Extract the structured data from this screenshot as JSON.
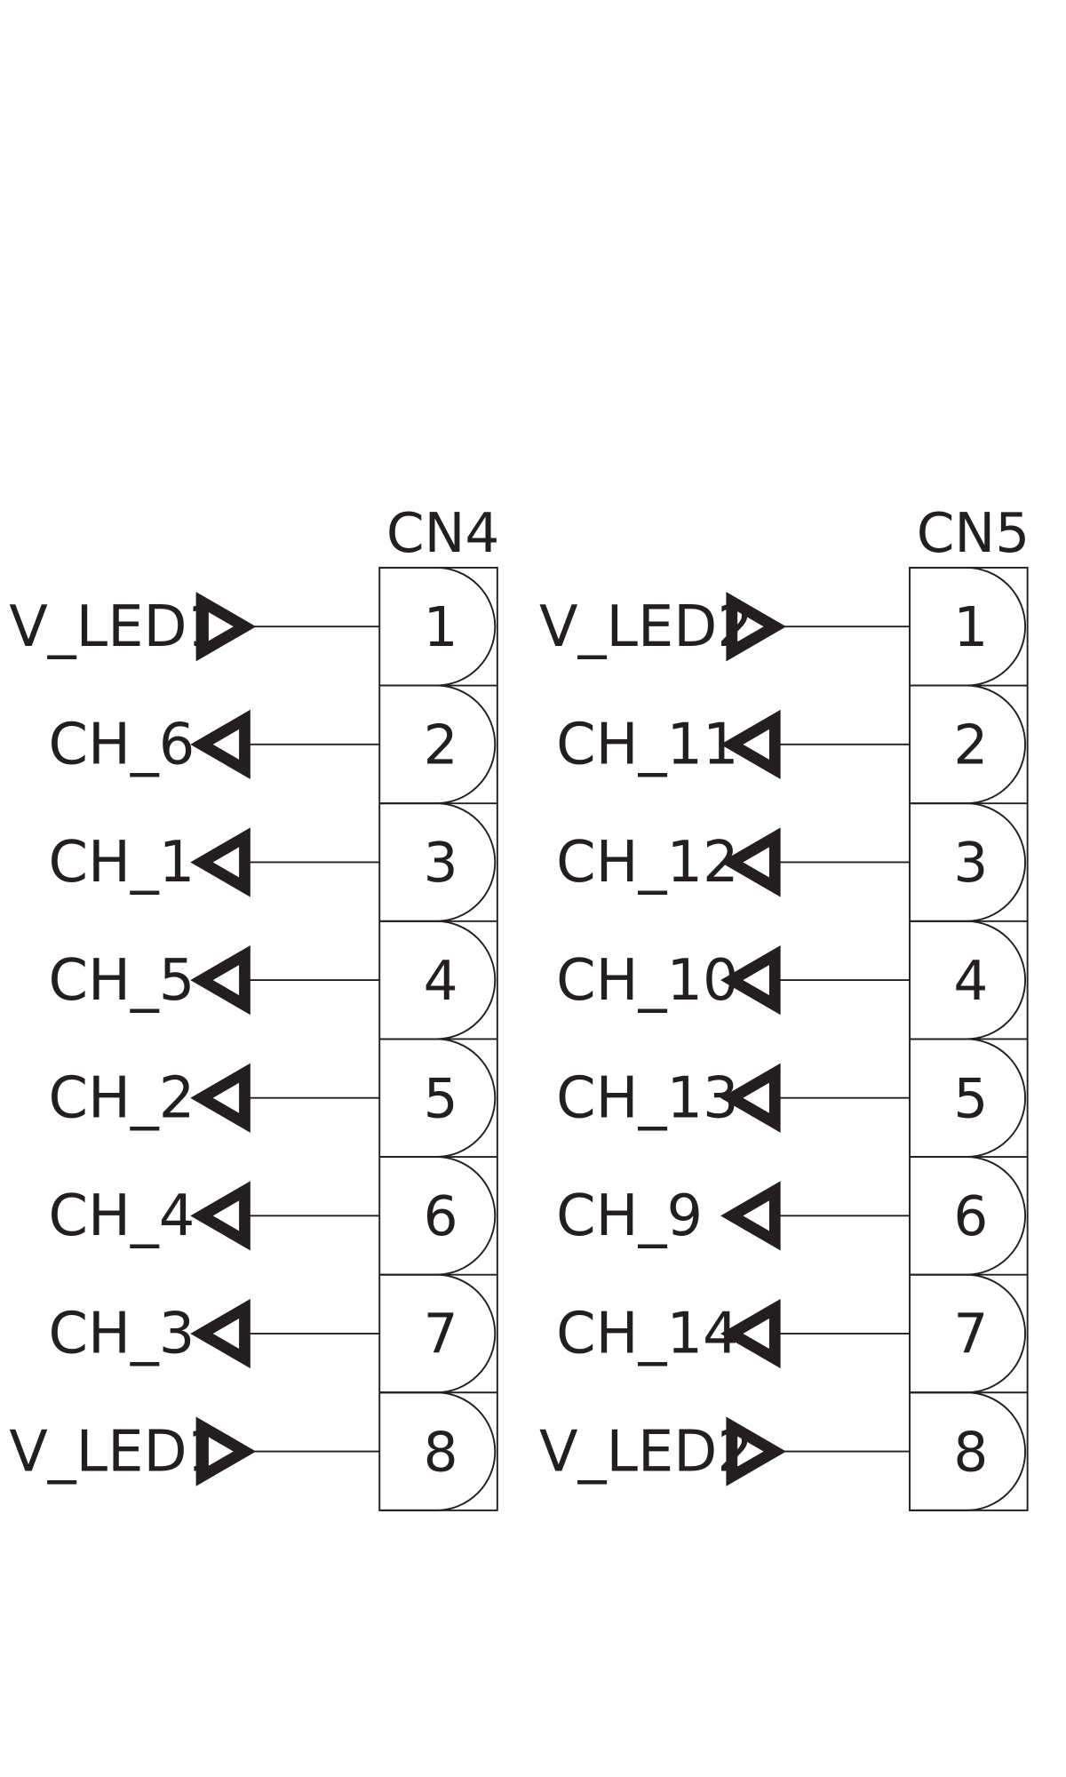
{
  "colors": {
    "ink": "#231f20",
    "background": "#ffffff"
  },
  "connectors": [
    {
      "ref": "CN4",
      "pins": [
        {
          "number": "1",
          "net": "V_LED1",
          "direction": "output"
        },
        {
          "number": "2",
          "net": "CH_6",
          "direction": "input"
        },
        {
          "number": "3",
          "net": "CH_1",
          "direction": "input"
        },
        {
          "number": "4",
          "net": "CH_5",
          "direction": "input"
        },
        {
          "number": "5",
          "net": "CH_2",
          "direction": "input"
        },
        {
          "number": "6",
          "net": "CH_4",
          "direction": "input"
        },
        {
          "number": "7",
          "net": "CH_3",
          "direction": "input"
        },
        {
          "number": "8",
          "net": "V_LED1",
          "direction": "output"
        }
      ]
    },
    {
      "ref": "CN5",
      "pins": [
        {
          "number": "1",
          "net": "V_LED2",
          "direction": "output"
        },
        {
          "number": "2",
          "net": "CH_11",
          "direction": "input"
        },
        {
          "number": "3",
          "net": "CH_12",
          "direction": "input"
        },
        {
          "number": "4",
          "net": "CH_10",
          "direction": "input"
        },
        {
          "number": "5",
          "net": "CH_13",
          "direction": "input"
        },
        {
          "number": "6",
          "net": "CH_9",
          "direction": "input"
        },
        {
          "number": "7",
          "net": "CH_14",
          "direction": "input"
        },
        {
          "number": "8",
          "net": "V_LED2",
          "direction": "output"
        }
      ]
    }
  ]
}
